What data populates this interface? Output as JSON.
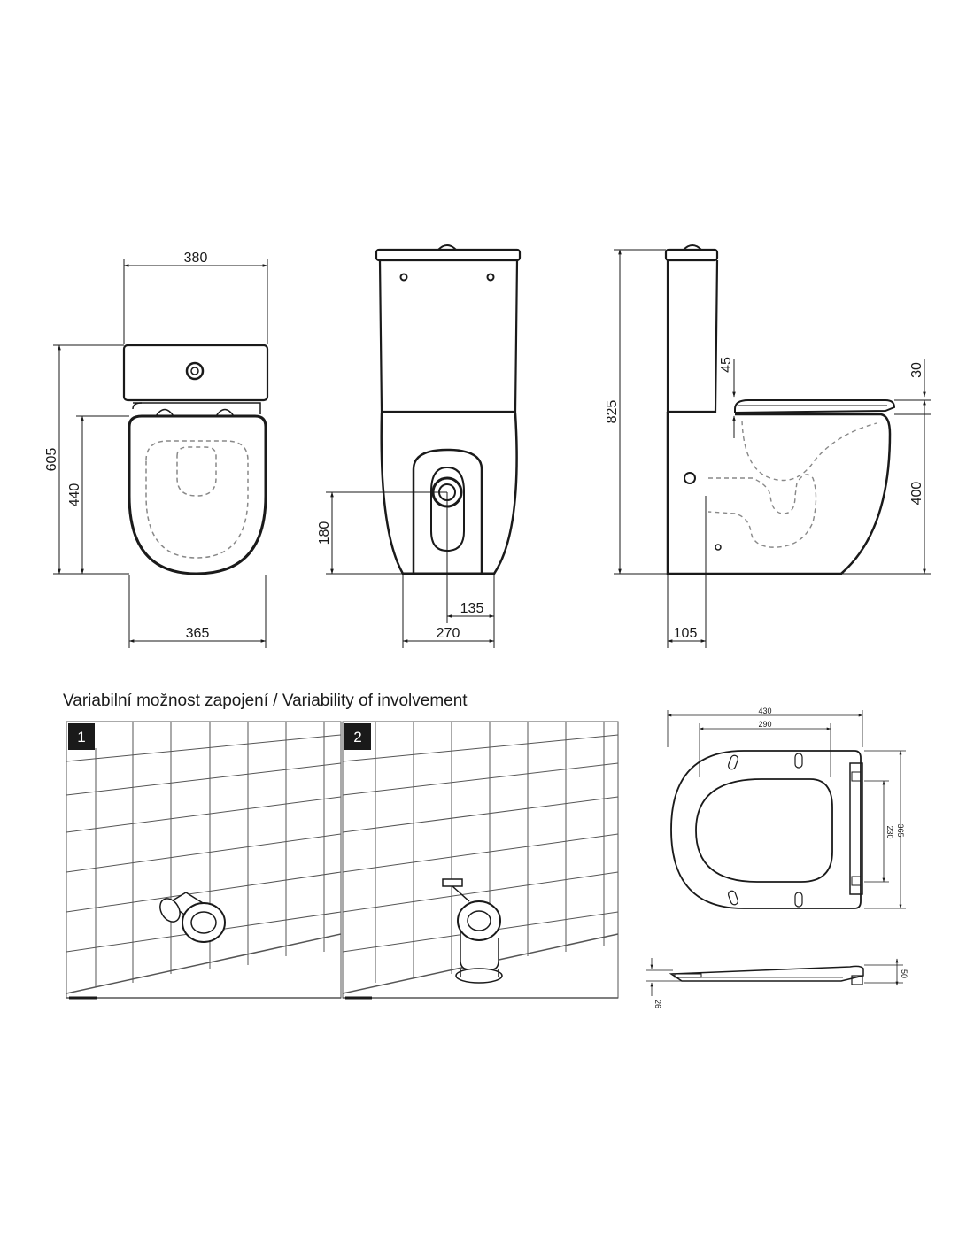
{
  "dimensions": {
    "front_width_top": "380",
    "front_height_total": "605",
    "front_height_bowl": "440",
    "front_width_bottom": "365",
    "back_height_outlet": "180",
    "back_outlet_offset": "135",
    "back_width_base": "270",
    "side_height_total": "825",
    "side_seat_gap": "45",
    "side_seat_thickness": "30",
    "side_seat_height": "400",
    "side_outlet_offset": "105"
  },
  "section_heading": "Variabilní možnost zapojení / Variability of involvement",
  "variants": [
    {
      "number": "1"
    },
    {
      "number": "2"
    }
  ],
  "seat_dimensions": {
    "outer_width": "430",
    "hinge_width": "290",
    "depth": "365",
    "inner_depth": "230",
    "thickness": "50",
    "base_thickness": "26"
  },
  "colors": {
    "line": "#1a1a1a",
    "dashed": "#888888",
    "tile": "#555555",
    "label_bg": "#1a1a1a"
  }
}
